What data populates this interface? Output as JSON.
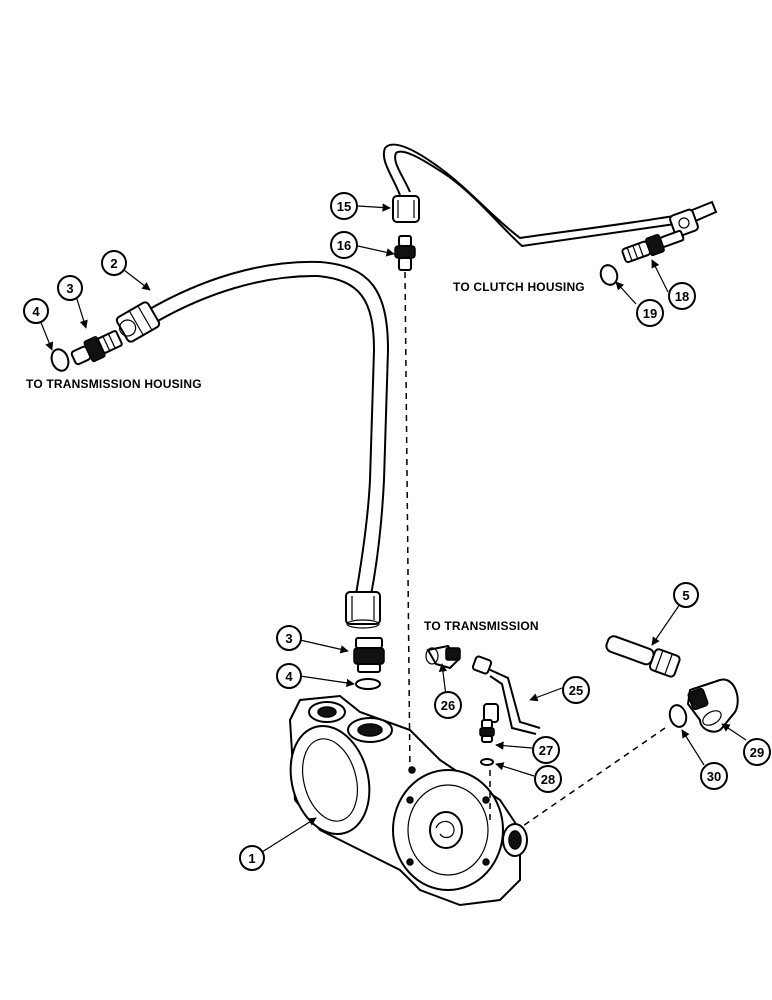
{
  "labels": {
    "transmission_housing": "TO TRANSMISSION HOUSING",
    "clutch_housing": "TO CLUTCH HOUSING",
    "transmission": "TO TRANSMISSION"
  },
  "callouts": {
    "c1": "1",
    "c2": "2",
    "c3a": "3",
    "c4a": "4",
    "c3b": "3",
    "c4b": "4",
    "c5": "5",
    "c15": "15",
    "c16": "16",
    "c18": "18",
    "c19": "19",
    "c25": "25",
    "c26": "26",
    "c27": "27",
    "c28": "28",
    "c29": "29",
    "c30": "30"
  }
}
